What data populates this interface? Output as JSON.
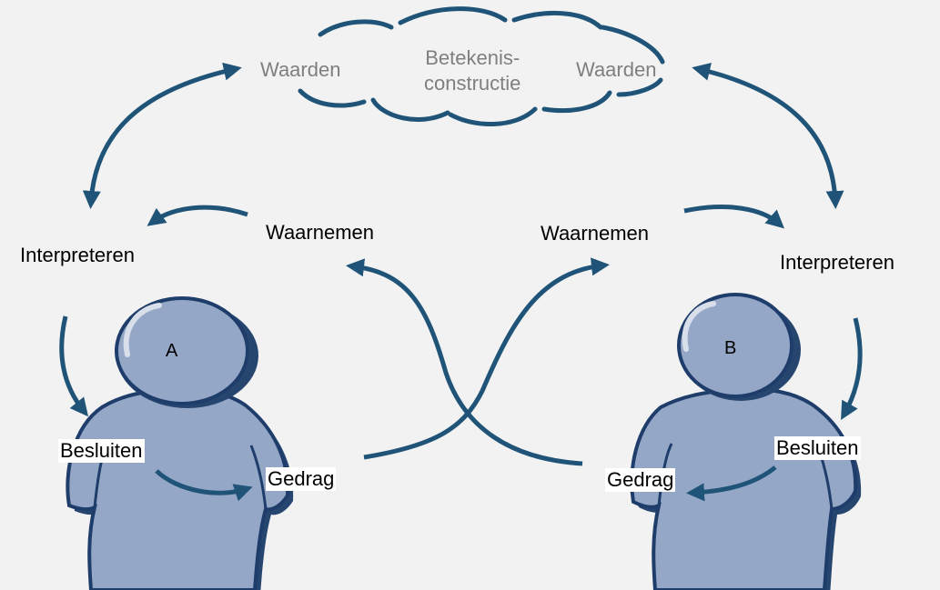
{
  "cloud": {
    "values_left": "Waarden",
    "meaning_line1": "Betekenis-",
    "meaning_line2": "constructie",
    "values_right": "Waarden"
  },
  "person_a": {
    "letter": "A",
    "interpret": "Interpreteren",
    "perceive": "Waarnemen",
    "decide": "Besluiten",
    "behavior": "Gedrag"
  },
  "person_b": {
    "letter": "B",
    "interpret": "Interpreteren",
    "perceive": "Waarnemen",
    "decide": "Besluiten",
    "behavior": "Gedrag"
  },
  "colors": {
    "background": "#f2f2f2",
    "arrow": "#1f5478",
    "figure_fill": "#95a7c7",
    "figure_outline": "#1f3d6b",
    "figure_shadow": "#27466f",
    "muted_text": "#7f7f7f"
  }
}
